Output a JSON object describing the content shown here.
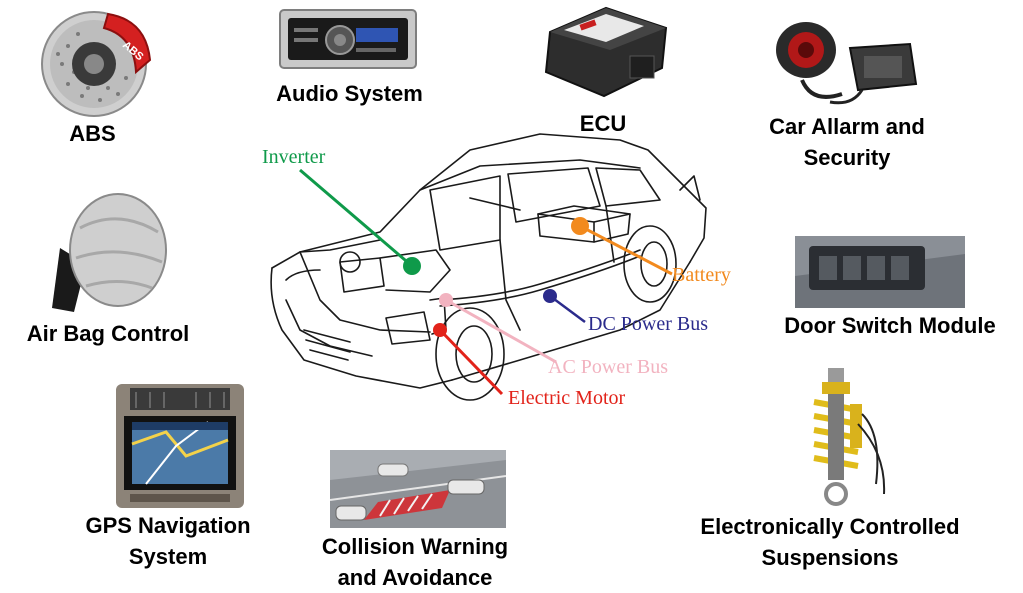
{
  "systems": {
    "abs": "ABS",
    "audio": "Audio System",
    "ecu": "ECU",
    "alarm_line1": "Car Allarm and",
    "alarm_line2": "Security",
    "airbag": "Air Bag Control",
    "door": "Door Switch Module",
    "gps_line1": "GPS Navigation",
    "gps_line2": "System",
    "collision_line1": "Collision Warning",
    "collision_line2": "and Avoidance",
    "suspension_line1": "Electronically Controlled",
    "suspension_line2": "Suspensions"
  },
  "car_parts": {
    "inverter": "Inverter",
    "battery": "Battery",
    "dc_bus": "DC Power Bus",
    "ac_bus": "AC Power Bus",
    "motor": "Electric Motor"
  },
  "colors": {
    "inverter": "#0f9a4a",
    "battery": "#f28a1e",
    "dc_bus": "#2b2b8c",
    "ac_bus": "#f2b3c0",
    "motor": "#e2231a"
  },
  "icons": {
    "abs": "brake-disc-icon",
    "audio": "car-stereo-icon",
    "ecu": "ecu-box-icon",
    "alarm": "siren-icon",
    "airbag": "airbag-icon",
    "door": "window-switch-icon",
    "gps": "gps-screen-icon",
    "collision": "collision-road-icon",
    "suspension": "coilover-icon"
  }
}
